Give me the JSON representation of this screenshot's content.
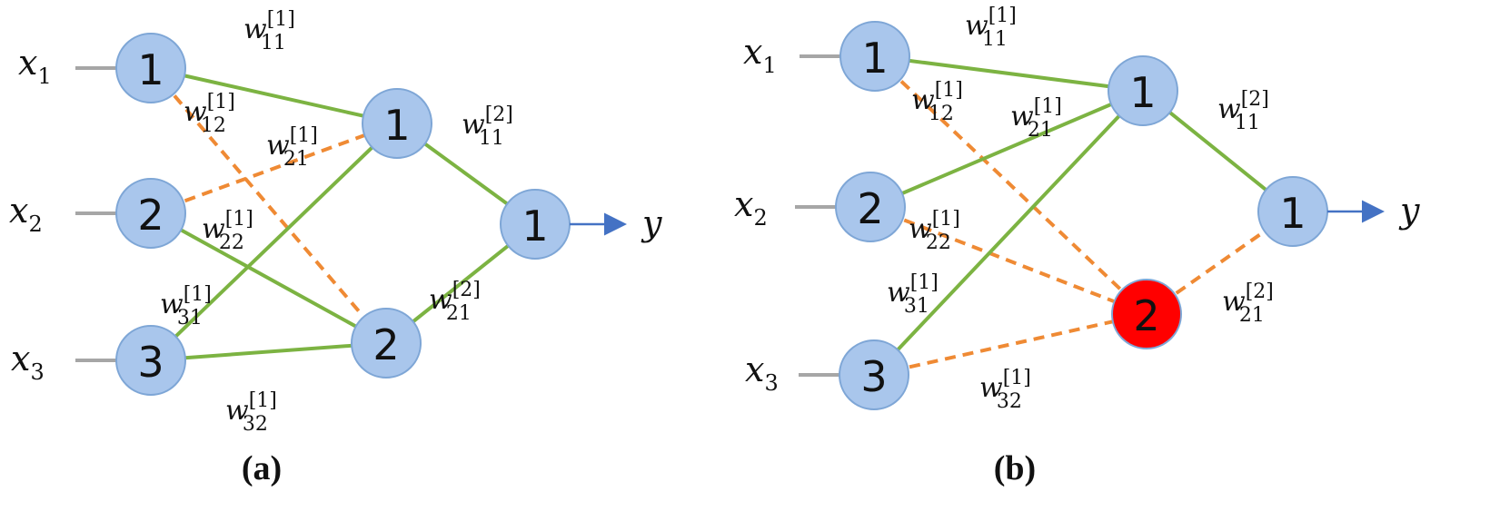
{
  "colors": {
    "node_fill": "#a9c6ec",
    "node_highlight": "#ff0000",
    "solid_edge": "#7cb342",
    "dashed_edge": "#ef8a34",
    "input_line": "#a6a6a6",
    "arrow": "#4472c4"
  },
  "panels": [
    {
      "id": "a",
      "label": "(a)",
      "inputs": [
        {
          "var": "x",
          "sub": "1",
          "node": "1"
        },
        {
          "var": "x",
          "sub": "2",
          "node": "2"
        },
        {
          "var": "x",
          "sub": "3",
          "node": "3"
        }
      ],
      "hidden": [
        "1",
        "2"
      ],
      "output": {
        "node": "1",
        "label": "y"
      },
      "weights": [
        {
          "w": "w",
          "sup": "[1]",
          "sub": "11",
          "style": "solid"
        },
        {
          "w": "w",
          "sup": "[1]",
          "sub": "12",
          "style": "dashed"
        },
        {
          "w": "w",
          "sup": "[1]",
          "sub": "21",
          "style": "dashed"
        },
        {
          "w": "w",
          "sup": "[1]",
          "sub": "22",
          "style": "solid"
        },
        {
          "w": "w",
          "sup": "[1]",
          "sub": "31",
          "style": "solid"
        },
        {
          "w": "w",
          "sup": "[1]",
          "sub": "32",
          "style": "solid"
        },
        {
          "w": "w",
          "sup": "[2]",
          "sub": "11",
          "style": "solid"
        },
        {
          "w": "w",
          "sup": "[2]",
          "sub": "21",
          "style": "solid"
        }
      ]
    },
    {
      "id": "b",
      "label": "(b)",
      "inputs": [
        {
          "var": "x",
          "sub": "1",
          "node": "1"
        },
        {
          "var": "x",
          "sub": "2",
          "node": "2"
        },
        {
          "var": "x",
          "sub": "3",
          "node": "3"
        }
      ],
      "hidden": [
        "1",
        "2"
      ],
      "output": {
        "node": "1",
        "label": "y"
      },
      "weights": [
        {
          "w": "w",
          "sup": "[1]",
          "sub": "11",
          "style": "solid"
        },
        {
          "w": "w",
          "sup": "[1]",
          "sub": "12",
          "style": "dashed"
        },
        {
          "w": "w",
          "sup": "[1]",
          "sub": "21",
          "style": "solid"
        },
        {
          "w": "w",
          "sup": "[1]",
          "sub": "22",
          "style": "dashed"
        },
        {
          "w": "w",
          "sup": "[1]",
          "sub": "31",
          "style": "solid"
        },
        {
          "w": "w",
          "sup": "[1]",
          "sub": "32",
          "style": "dashed"
        },
        {
          "w": "w",
          "sup": "[2]",
          "sub": "11",
          "style": "solid"
        },
        {
          "w": "w",
          "sup": "[2]",
          "sub": "21",
          "style": "dashed"
        }
      ],
      "highlighted_hidden": "2"
    }
  ]
}
